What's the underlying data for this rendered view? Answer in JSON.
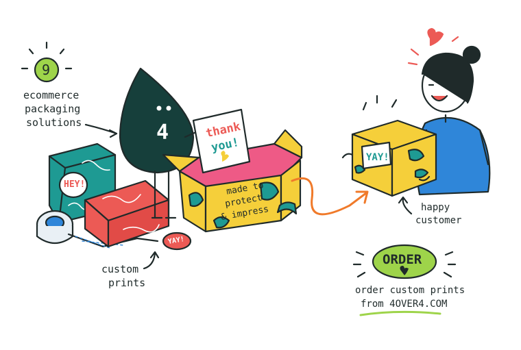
{
  "badge": {
    "number": "9"
  },
  "intro": {
    "line1": "ecommerce",
    "line2": "packaging",
    "line3": "solutions"
  },
  "mascot": {
    "number": "4"
  },
  "card": {
    "line1": "thank",
    "line2": "you!"
  },
  "bag": {
    "label": "HEY!"
  },
  "sticker": {
    "label": "YAY!"
  },
  "big_box": {
    "line1": "made to",
    "line2": "protect",
    "line3": "& impress"
  },
  "custom": {
    "line1": "custom",
    "line2": "prints"
  },
  "held_box": {
    "label": "YAY!"
  },
  "customer": {
    "line1": "happy",
    "line2": "customer"
  },
  "order": {
    "button": "ORDER",
    "line1": "order custom prints",
    "line2": "from 4OVER4.COM"
  },
  "colors": {
    "teal": "#1e9a93",
    "dark": "#163f3b",
    "yellow": "#f5cf3a",
    "red": "#ec5a55",
    "pink": "#ee5a86",
    "lime": "#9ed44a",
    "blue": "#2f86d9",
    "orange": "#f07a2a"
  }
}
